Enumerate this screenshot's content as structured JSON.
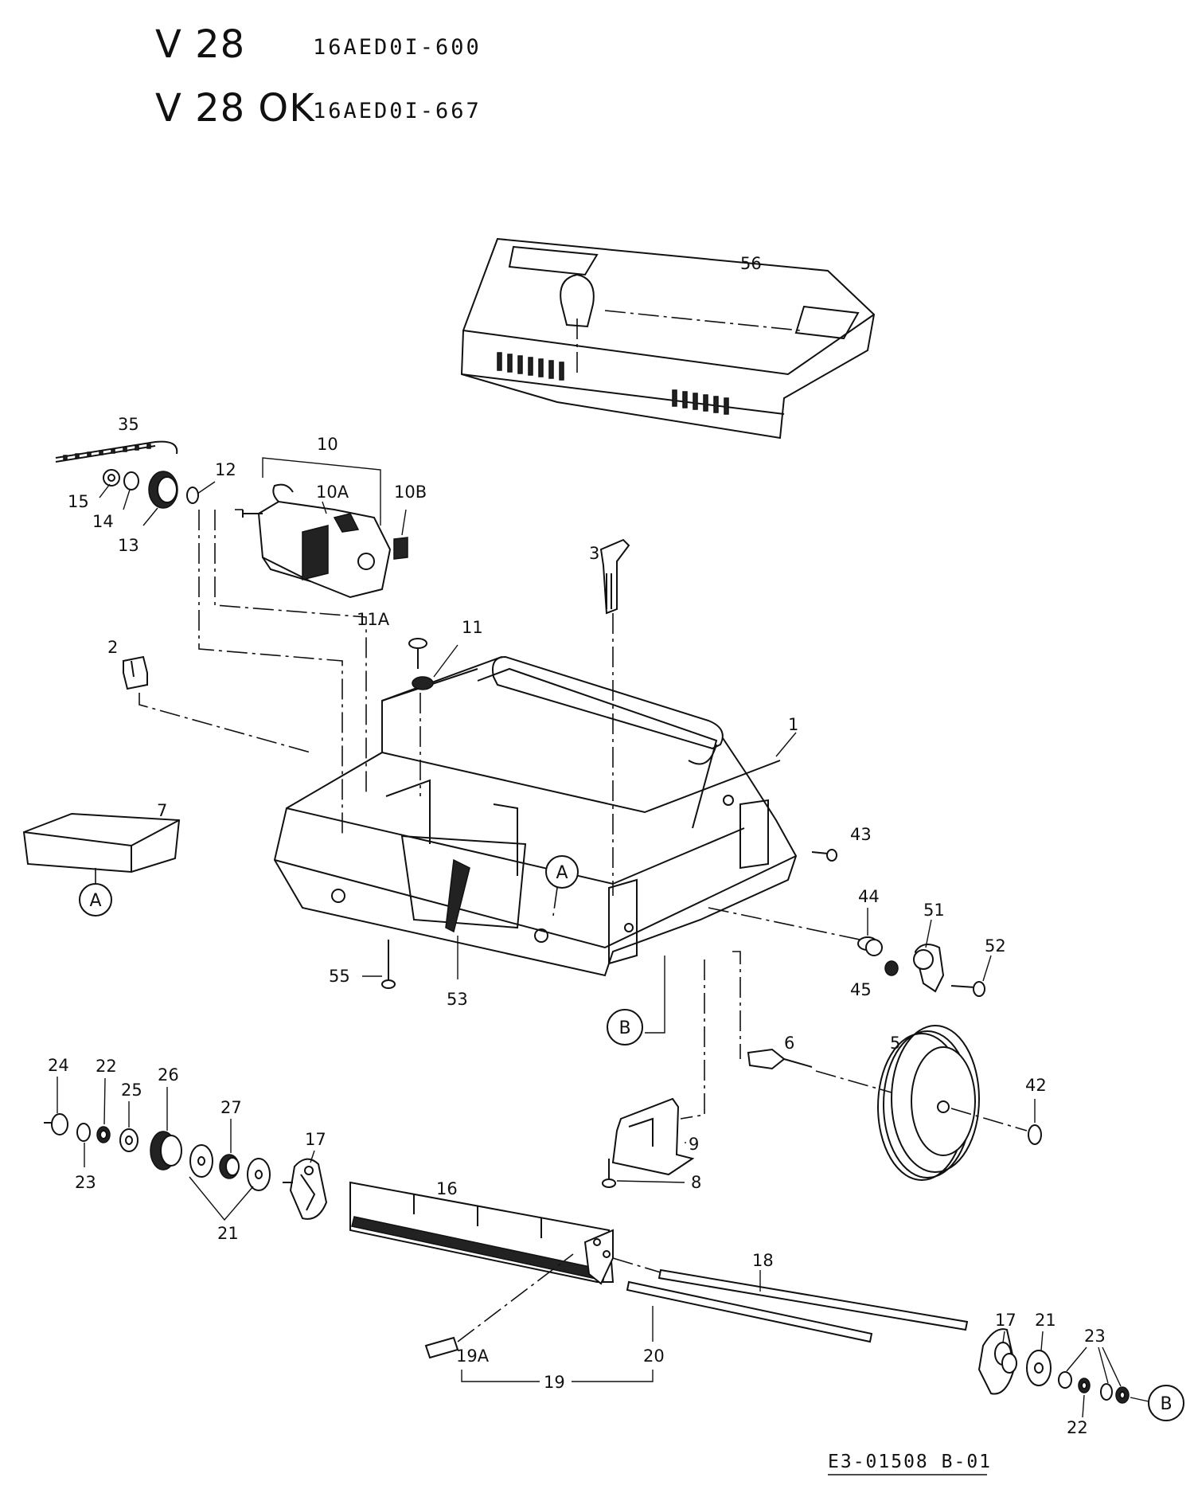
{
  "header": {
    "model1": "V 28",
    "code1": "16AED0I-600",
    "model2": "V 28 OK",
    "code2": "16AED0I-667"
  },
  "callouts": {
    "p1": "1",
    "p2": "2",
    "p3": "3",
    "p5": "5",
    "p6": "6",
    "p7": "7",
    "p8": "8",
    "p9": "9",
    "p10": "10",
    "p10A": "10A",
    "p10B": "10B",
    "p11": "11",
    "p11A": "11A",
    "p12": "12",
    "p13": "13",
    "p14": "14",
    "p15": "15",
    "p16": "16",
    "p17a": "17",
    "p17b": "17",
    "p18": "18",
    "p19": "19",
    "p19A": "19A",
    "p20": "20",
    "p21a": "21",
    "p21b": "21",
    "p22a": "22",
    "p22b": "22",
    "p23a": "23",
    "p23b": "23",
    "p24": "24",
    "p25": "25",
    "p26": "26",
    "p27": "27",
    "p35": "35",
    "p42": "42",
    "p43": "43",
    "p44": "44",
    "p45": "45",
    "p51": "51",
    "p52": "52",
    "p53": "53",
    "p55": "55",
    "p56": "56"
  },
  "refs": {
    "A1": "A",
    "A2": "A",
    "B1": "B",
    "B2": "B"
  },
  "footer": {
    "drawing_number": "E3-01508 B-01"
  }
}
